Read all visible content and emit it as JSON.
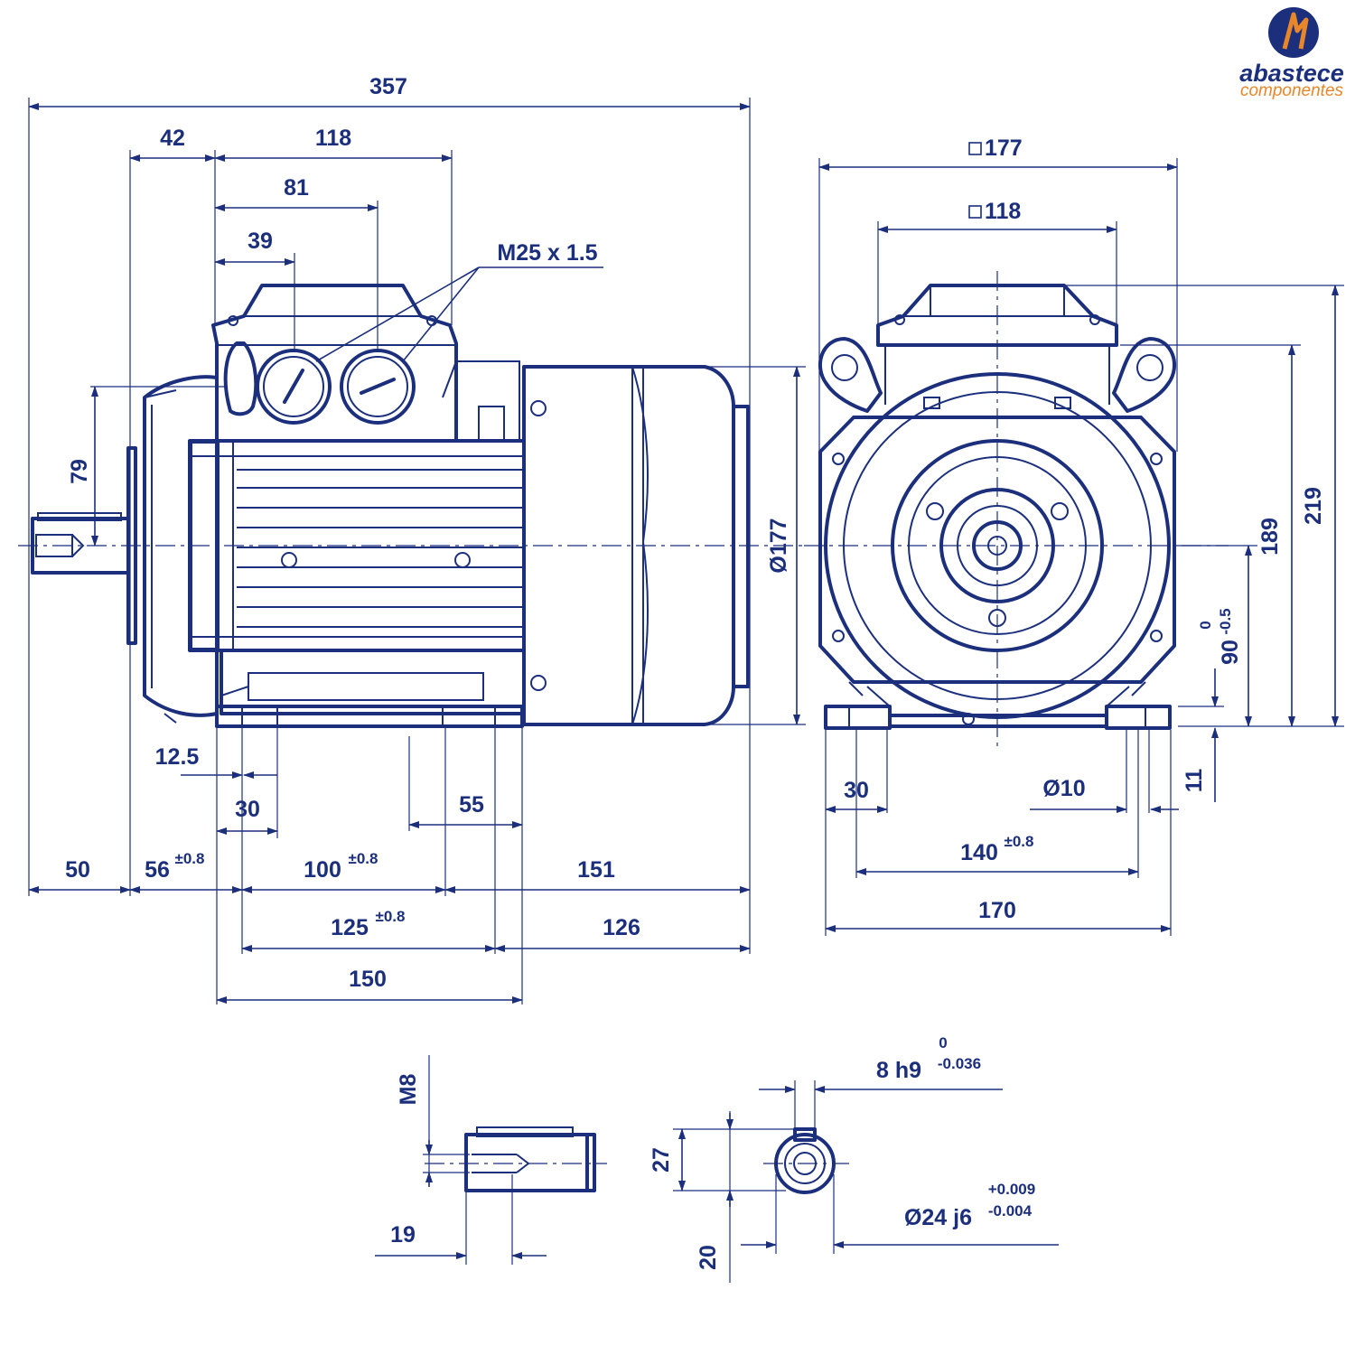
{
  "brand": {
    "name": "abastece",
    "tagline": "componentes",
    "colors": {
      "primary": "#1b2f7d",
      "accent": "#e8862a"
    }
  },
  "side_view": {
    "overall_length": "357",
    "d42": "42",
    "d118": "118",
    "d81": "81",
    "d39": "39",
    "cable_gland": "M25 x 1.5",
    "d79": "79",
    "body_diameter": "Ø177",
    "d12_5": "12.5",
    "d30": "30",
    "d55": "55",
    "d50": "50",
    "d56": "56",
    "d56_tol": "±0.8",
    "d100": "100",
    "d100_tol": "±0.8",
    "d151": "151",
    "d125": "125",
    "d125_tol": "±0.8",
    "d126": "126",
    "d150": "150"
  },
  "front_view": {
    "square_177": "177",
    "square_118": "118",
    "d219": "219",
    "d189": "189",
    "shaft_height": "90",
    "shaft_height_tol_upper": "0",
    "shaft_height_tol_lower": "-0.5",
    "d30": "30",
    "hole_diameter": "Ø10",
    "d11": "11",
    "d140": "140",
    "d140_tol": "±0.8",
    "d170": "170"
  },
  "shaft_detail": {
    "thread": "M8",
    "d19": "19",
    "key_width": "8 h9",
    "key_tol_upper": "0",
    "key_tol_lower": "-0.036",
    "d27": "27",
    "d20": "20",
    "shaft_diameter": "Ø24 j6",
    "shaft_tol_upper": "+0.009",
    "shaft_tol_lower": "-0.004"
  }
}
